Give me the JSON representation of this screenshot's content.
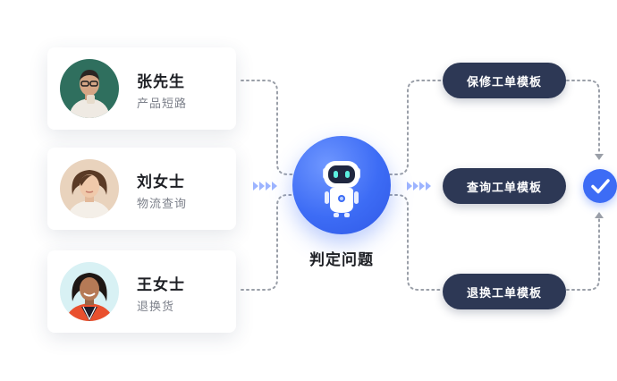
{
  "customers": [
    {
      "name": "张先生",
      "topic": "产品短路"
    },
    {
      "name": "刘女士",
      "topic": "物流查询"
    },
    {
      "name": "王女士",
      "topic": "退换货"
    }
  ],
  "center": {
    "label": "判定问题"
  },
  "templates": [
    {
      "label": "保修工单模板"
    },
    {
      "label": "查询工单模板"
    },
    {
      "label": "退换工单模板"
    }
  ],
  "colors": {
    "accent": "#3d6cf5",
    "pill_bg": "#2d3855",
    "connector": "#9a9fa8",
    "arrow_light": "#9db4ff"
  },
  "icons": {
    "center": "robot-icon",
    "result": "check-circle-icon"
  }
}
